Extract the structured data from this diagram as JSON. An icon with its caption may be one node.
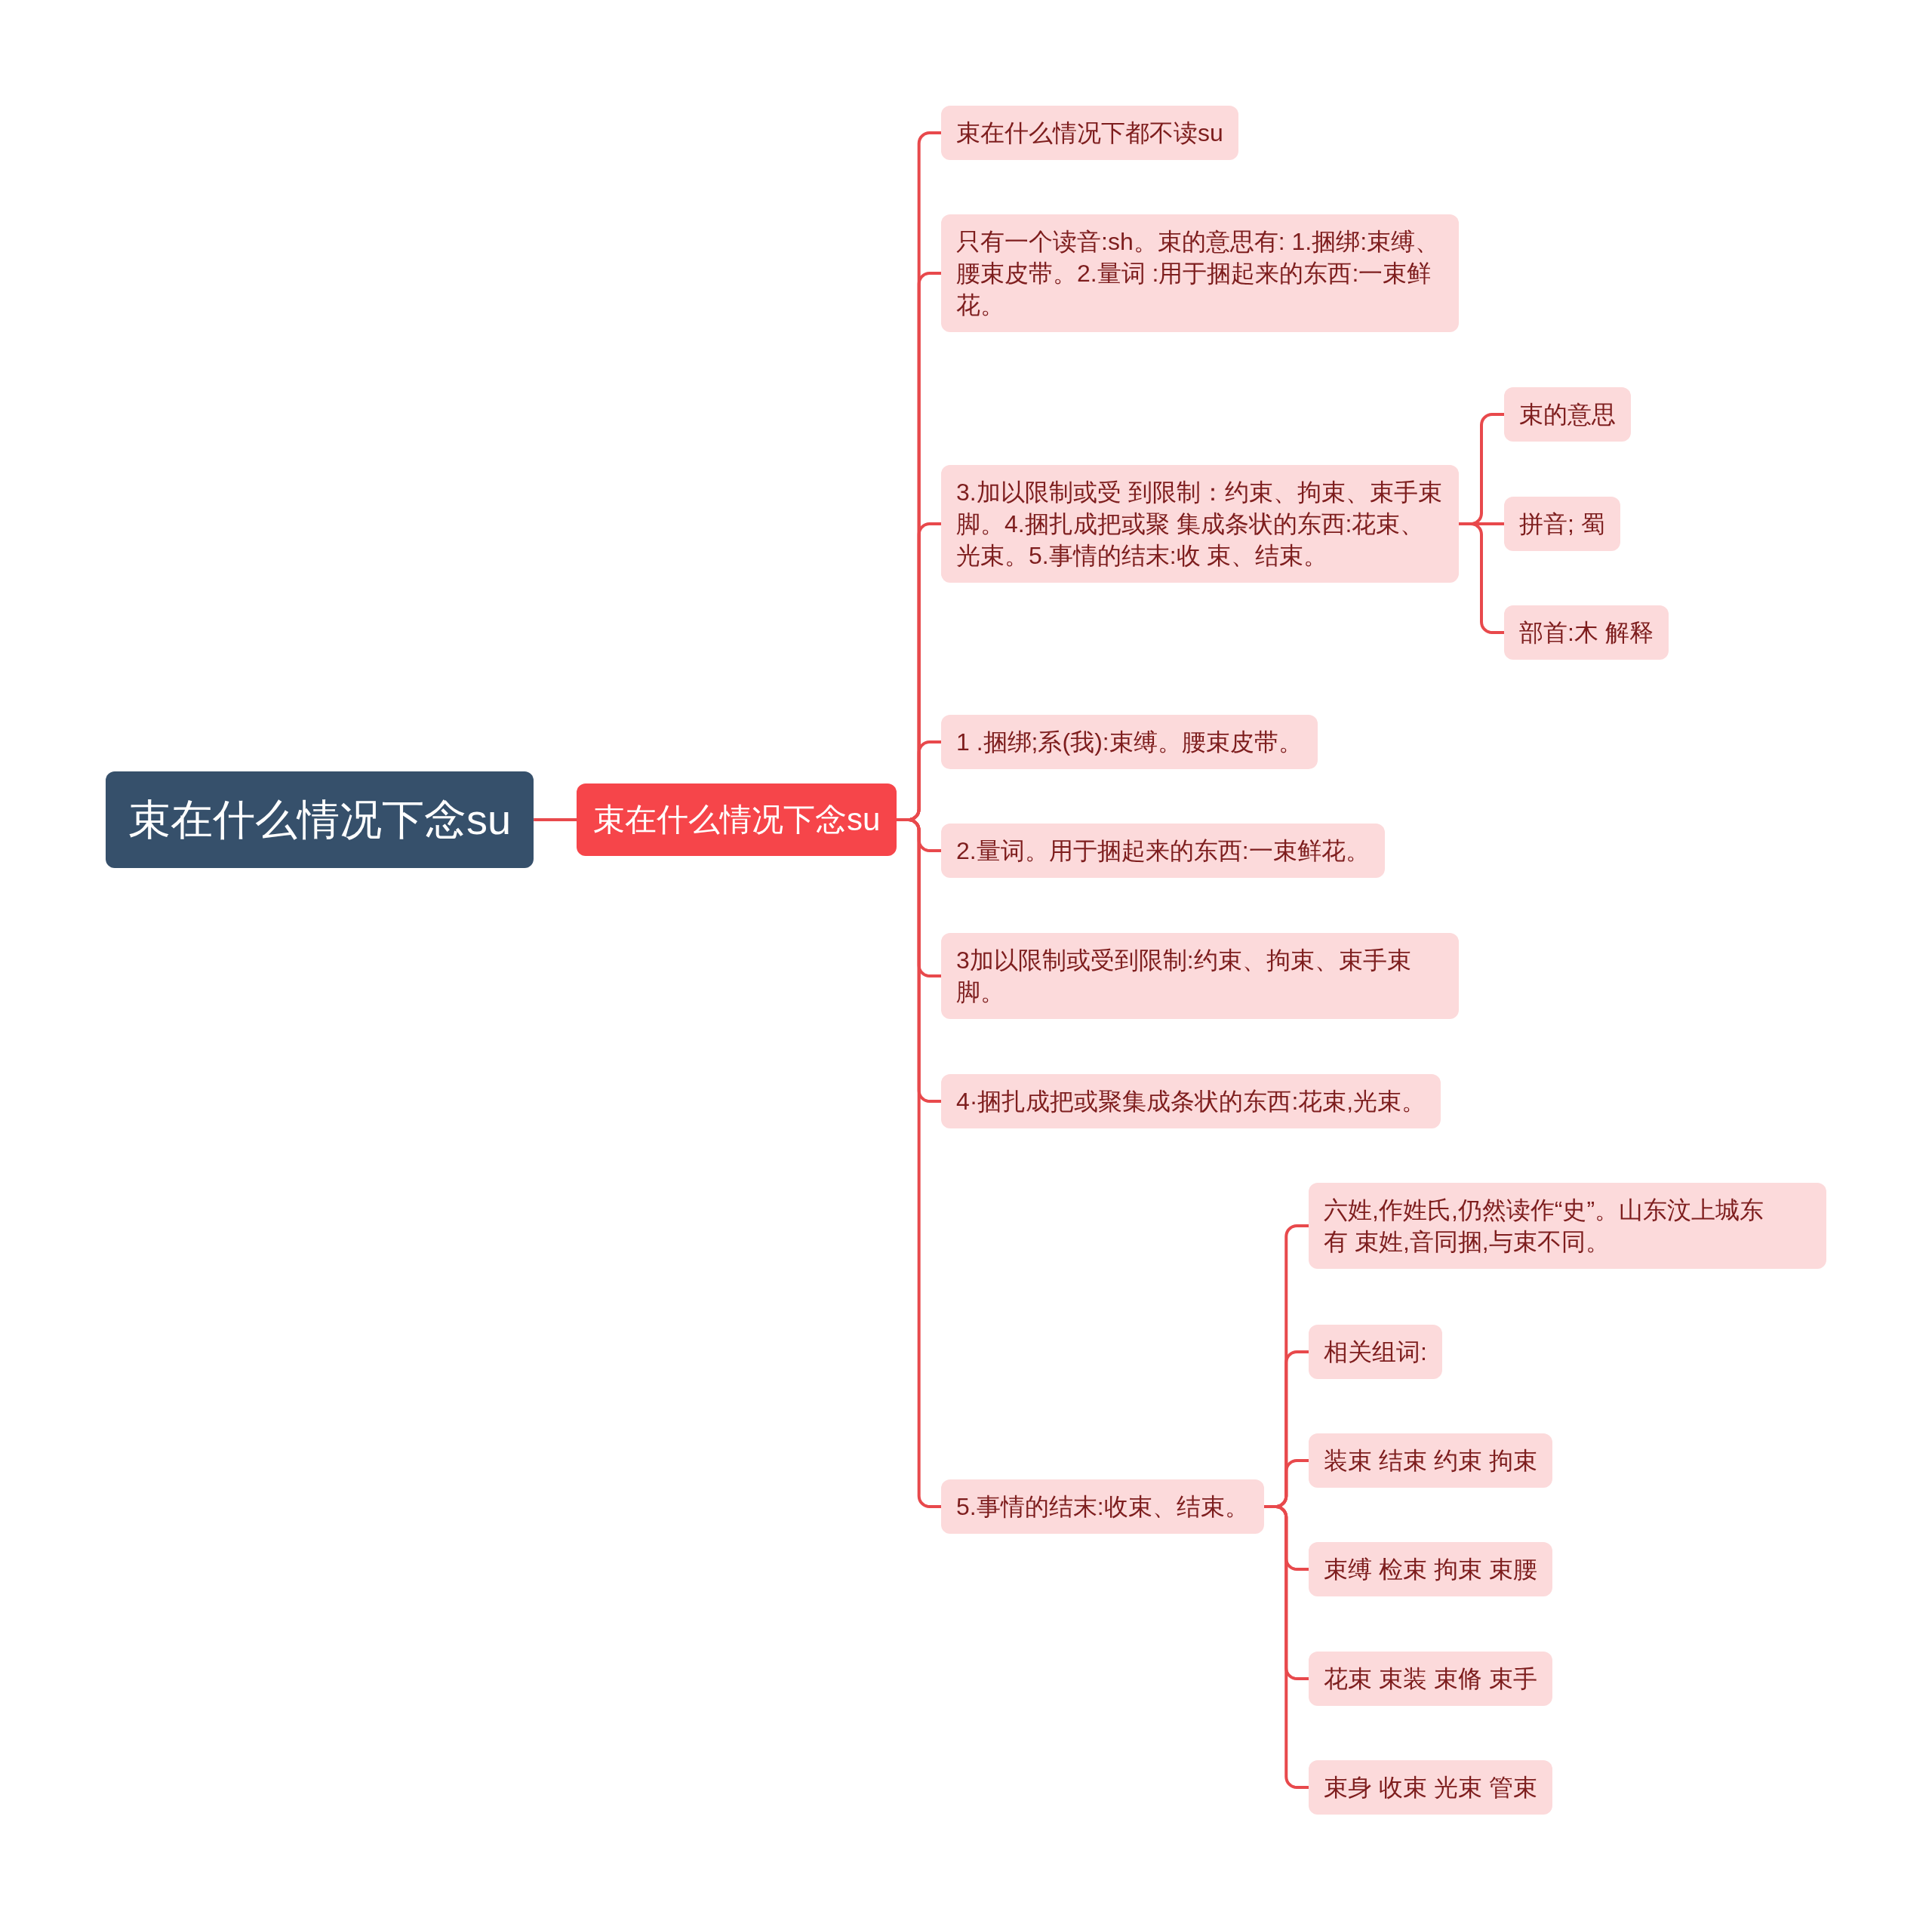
{
  "diagram": {
    "nodes": [
      {
        "text": [
          "束在什么情况下念su"
        ]
      },
      {
        "text": [
          "束在什么情况下念su"
        ]
      },
      {
        "text": [
          "束在什么情况下都不读su"
        ]
      },
      {
        "text": [
          "只有一个读音:sh。束的意思有: 1.捆绑:束缚、腰束皮带。2.量词 :用于捆起来的东西:一束鲜花。"
        ]
      },
      {
        "text": [
          "3.加以限制或受 到限制：约束、拘束、束手束脚。4.捆扎成把或聚 集成条状的东西:花束、光束。5.事情的结末:收 束、结束。"
        ]
      },
      {
        "text": [
          "束的意思"
        ]
      },
      {
        "text": [
          "拼音; 蜀"
        ]
      },
      {
        "text": [
          "部首:木 解释"
        ]
      },
      {
        "text": [
          "1 .捆绑;系(我):束缚。腰束皮带。"
        ]
      },
      {
        "text": [
          "2.量词。用于捆起来的东西:一束鲜花。"
        ]
      },
      {
        "text": [
          "3加以限制或受到限制:约束、拘束、束手束脚。"
        ]
      },
      {
        "text": [
          "4·捆扎成把或聚集成条状的东西:花束,光束。"
        ]
      },
      {
        "text": [
          "5.事情的结末:收束、结束。"
        ]
      },
      {
        "text": [
          "六姓,作姓氏,仍然读作“史”。山东汶上城东有 束姓,音同捆,与束不同。"
        ]
      },
      {
        "text": [
          "相关组词:"
        ]
      },
      {
        "text": [
          "装束 结束 约束 拘束"
        ]
      },
      {
        "text": [
          "束缚 检束 拘束 束腰"
        ]
      },
      {
        "text": [
          "花束 束装 束脩 束手"
        ]
      },
      {
        "text": [
          "束身 收束 光束 管束"
        ]
      }
    ],
    "edges": [
      {
        "from": 0,
        "to": 1,
        "arrow": "none"
      },
      {
        "from": 1,
        "to": 2,
        "arrow": "none"
      },
      {
        "from": 1,
        "to": 3,
        "arrow": "none"
      },
      {
        "from": 1,
        "to": 4,
        "arrow": "none"
      },
      {
        "from": 4,
        "to": 5,
        "arrow": "none"
      },
      {
        "from": 4,
        "to": 6,
        "arrow": "none"
      },
      {
        "from": 4,
        "to": 7,
        "arrow": "none"
      },
      {
        "from": 1,
        "to": 8,
        "arrow": "none"
      },
      {
        "from": 1,
        "to": 9,
        "arrow": "none"
      },
      {
        "from": 1,
        "to": 10,
        "arrow": "none"
      },
      {
        "from": 1,
        "to": 11,
        "arrow": "none"
      },
      {
        "from": 1,
        "to": 12,
        "arrow": "none"
      },
      {
        "from": 12,
        "to": 13,
        "arrow": "none"
      },
      {
        "from": 12,
        "to": 14,
        "arrow": "none"
      },
      {
        "from": 12,
        "to": 15,
        "arrow": "none"
      },
      {
        "from": 12,
        "to": 16,
        "arrow": "none"
      },
      {
        "from": 12,
        "to": 17,
        "arrow": "none"
      },
      {
        "from": 12,
        "to": 18,
        "arrow": "none"
      }
    ]
  }
}
